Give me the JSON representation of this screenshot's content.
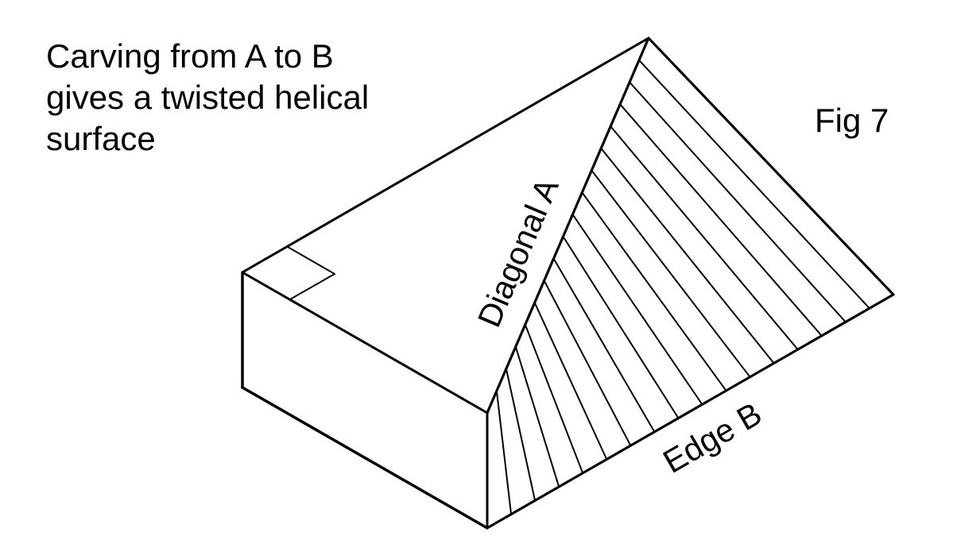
{
  "caption": {
    "lines": [
      "Carving from A to B",
      "gives a twisted helical",
      "surface"
    ]
  },
  "figure_label": "Fig 7",
  "labels": {
    "diagonal": "Diagonal A",
    "edge": "Edge B"
  },
  "colors": {
    "carved_surface": "#b2b2b2",
    "lines": "#000000",
    "background": "#ffffff"
  },
  "helix_line_count": 17
}
